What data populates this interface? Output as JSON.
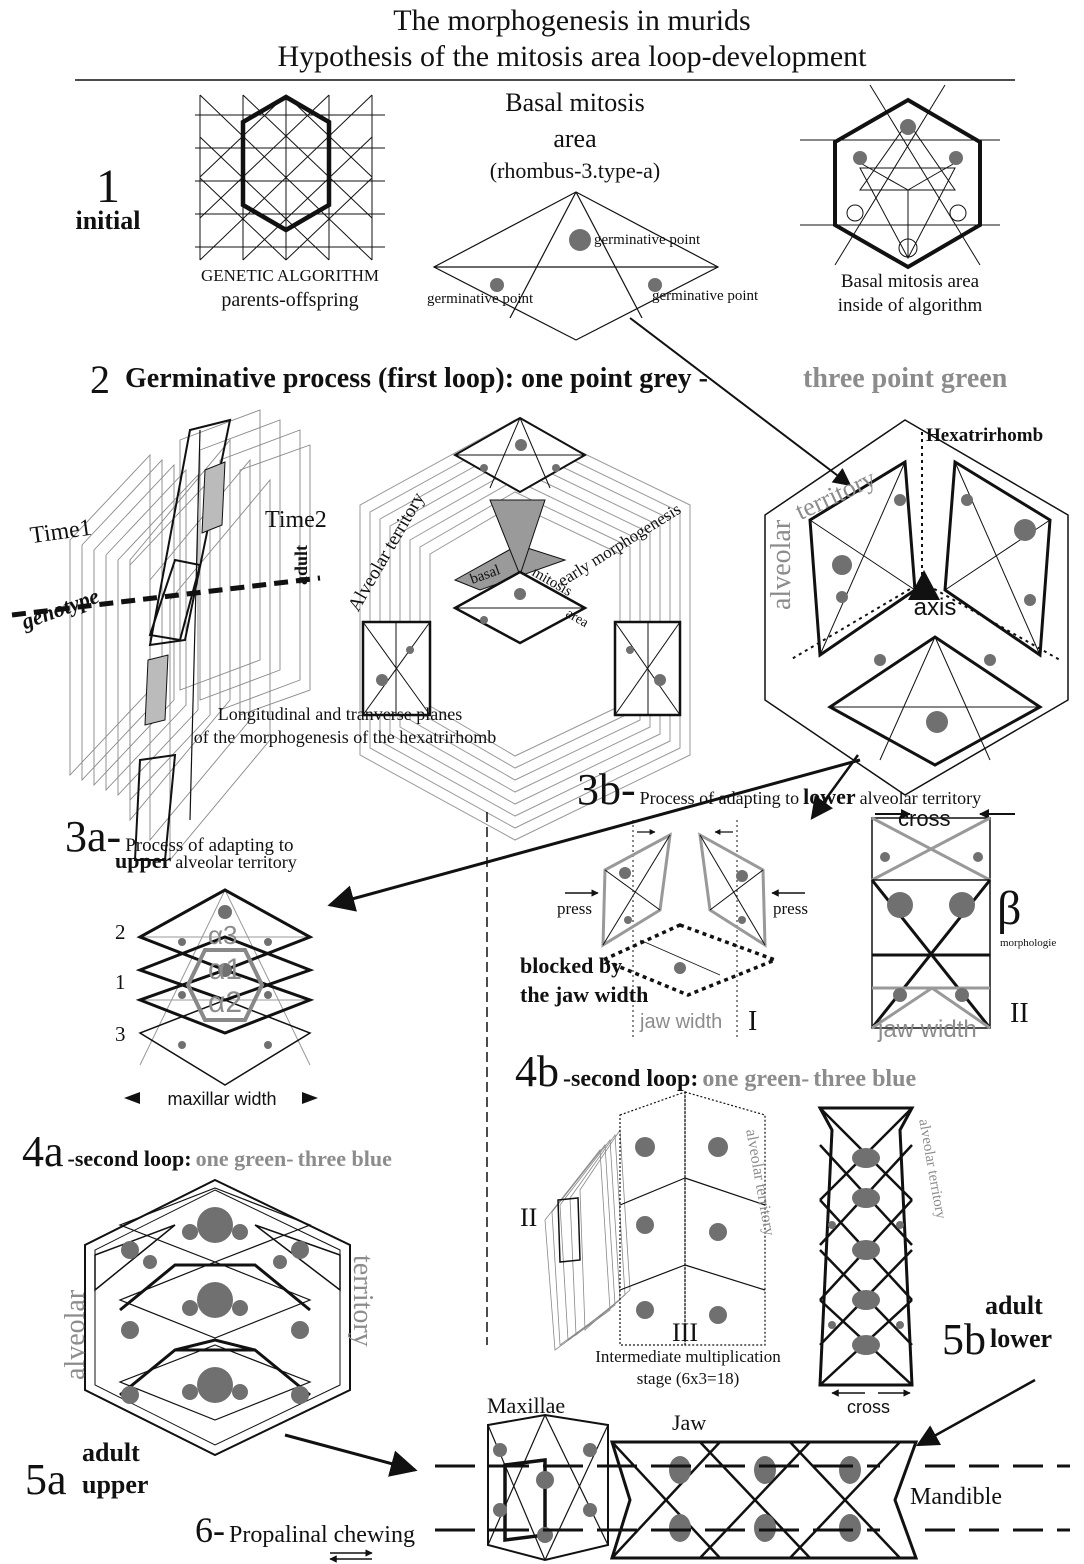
{
  "title": {
    "line1": "The morphogenesis in murids",
    "line2": "Hypothesis of the mitosis area loop-development"
  },
  "step1": {
    "number": "1",
    "label": "initial",
    "genetic_algorithm": "GENETIC ALGORITHM",
    "parents_offspring": "parents-offspring",
    "basal_title_1": "Basal mitosis",
    "basal_title_2": "area",
    "basal_title_3": "(rhombus-3.type-a)",
    "germ_top": "germinative point",
    "germ_left": "germinative point",
    "germ_right": "germinative point",
    "inside_1": "Basal mitosis area",
    "inside_2": "inside of algorithm"
  },
  "step2": {
    "number": "2",
    "heading": "Germinative process (first loop): one point grey -",
    "heading_grey": "three point green",
    "time1": "Time1",
    "time2": "Time2",
    "genotype": "genotype",
    "adult": "adult",
    "alveolar_territory": "Alveolar territory",
    "early_morphogenesis": "early morphogenesis",
    "basal": "basal",
    "mitosis": "mitosis",
    "area": "area",
    "caption_1": "Longitudinal and tranverse planes",
    "caption_2": "of the morphogenesis of the hexatrirhomb",
    "hexatrirhomb": "Hexatrirhomb",
    "territory": "territory",
    "alveolar": "alveolar",
    "axis": "axis"
  },
  "step3a": {
    "number": "3a-",
    "line1": "Process of adapting to",
    "upper": "upper",
    "line2": "alveolar territory",
    "alpha3": "α3",
    "alpha1": "α1",
    "alpha2": "α2",
    "n2": "2",
    "n1": "1",
    "n3": "3",
    "maxillar_width": "maxillar width"
  },
  "step3b": {
    "number": "3b-",
    "line1": "Process of adapting to",
    "lower": "lower",
    "line2": "alveolar territory",
    "press_left": "press",
    "press_right": "press",
    "blocked_1": "blocked by",
    "blocked_2": "the jaw width",
    "jaw_width_1": "jaw width",
    "roman_1": "I",
    "cross": "cross",
    "beta": "β",
    "morphologie": "morphologie",
    "jaw_width_2": "jaw width",
    "roman_2": "II"
  },
  "step4a": {
    "number": "4a",
    "heading": "-second loop:",
    "one_green": "one green-",
    "three_blue": "three blue"
  },
  "step4b": {
    "number": "4b",
    "heading": "-second loop:",
    "one_green": "one green-",
    "three_blue": "three blue",
    "roman_2": "II",
    "roman_3": "III",
    "alveolar_territory": "alveolar territory",
    "intermediate_1": "Intermediate multiplication",
    "intermediate_2": "stage (6x3=18)",
    "alveolar_territory_right": "alveolar territory"
  },
  "step5a": {
    "number": "5a",
    "adult": "adult",
    "upper": "upper",
    "alveolar": "alveolar",
    "territory": "territory"
  },
  "step5b": {
    "number": "5b",
    "adult": "adult",
    "lower": "lower",
    "cross": "cross"
  },
  "step6": {
    "number": "6-",
    "label": "Propalinal chewing",
    "maxillae": "Maxillae",
    "jaw": "Jaw",
    "mandible": "Mandible"
  },
  "colors": {
    "ink": "#111111",
    "grey_text": "#8c8c8c",
    "spot": "#707070",
    "light_line": "#9a9a9a"
  }
}
